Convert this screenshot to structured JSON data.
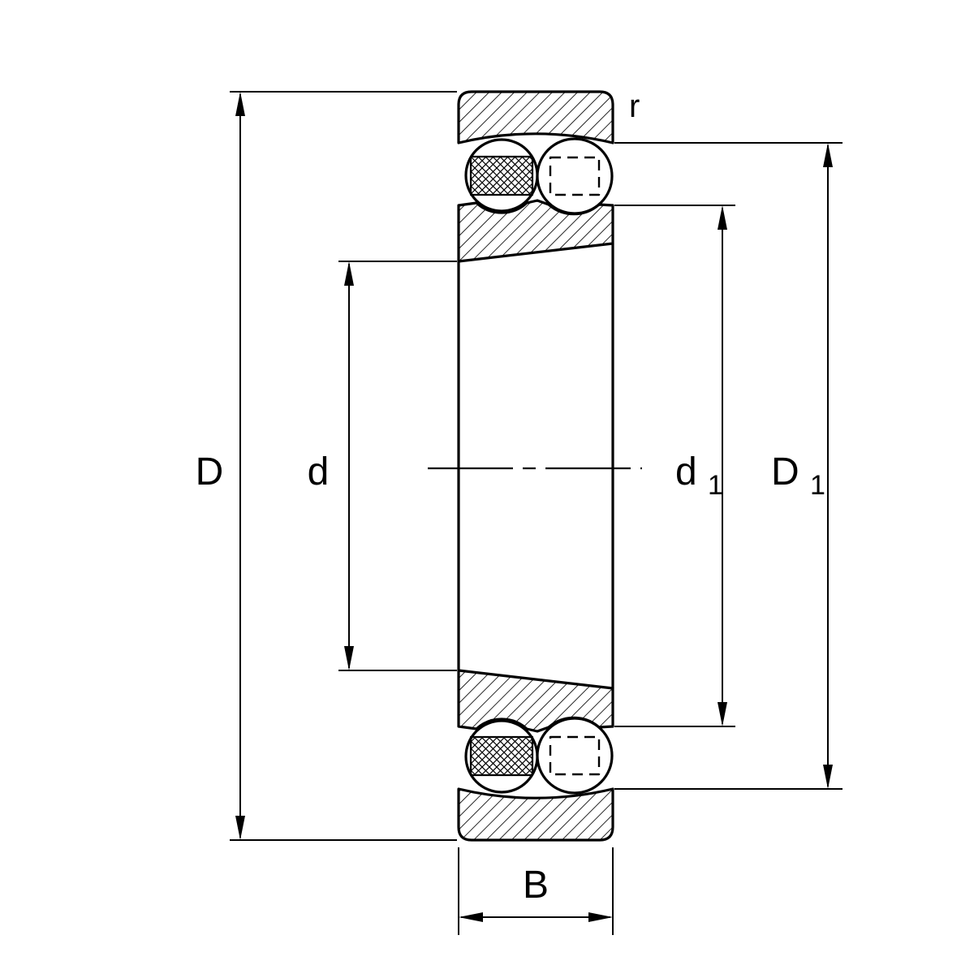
{
  "diagram": {
    "labels": {
      "D": "D",
      "d": "d",
      "d1": {
        "base": "d",
        "sub": "1"
      },
      "D1": {
        "base": "D",
        "sub": "1"
      },
      "B": "B",
      "r": "r"
    },
    "colors": {
      "line": "#000000",
      "background": "#ffffff"
    }
  }
}
